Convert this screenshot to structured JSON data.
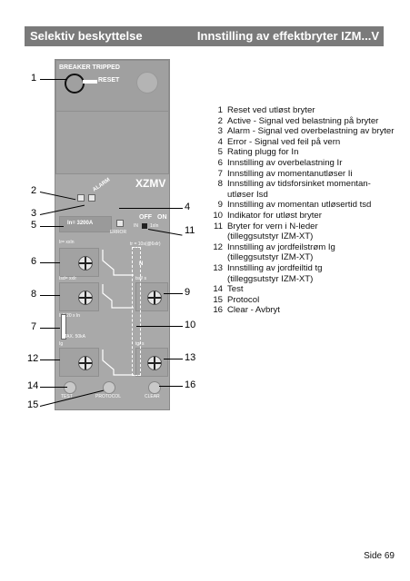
{
  "header": {
    "left": "Selektiv beskyttelse",
    "right": "Innstilling av effektbryter IZM...V"
  },
  "panel": {
    "breaker_tripped": "BREAKER TRIPPED",
    "reset": "RESET",
    "alarm": "ALARM",
    "model": "XZMV",
    "in_rating": "In= 3200A",
    "error": "ERROR",
    "off": "OFF",
    "on": "ON",
    "in_label": "IN",
    "in_value": "1xIn",
    "ir_label": "Ir= xxIn",
    "tr_label": "tr = 10s(@6xIr)",
    "n_label": "N",
    "isd_label": "Isd= xxIr",
    "tsd_label": "tsd/ s",
    "ii_label": "Ii  2   20 x In",
    "max_label": "MAX. 50kA",
    "ig_label": "Ig",
    "tg_label": "tg/ s",
    "test": "TEST",
    "protocol": "PROTOCOL",
    "clear": "CLEAR"
  },
  "callouts": [
    "1",
    "2",
    "3",
    "5",
    "6",
    "8",
    "7",
    "12",
    "14",
    "15",
    "4",
    "11",
    "9",
    "10",
    "13",
    "16"
  ],
  "legend": [
    {
      "num": "1",
      "text": "Reset ved utløst bryter"
    },
    {
      "num": "2",
      "text": "Active - Signal ved belastning på bryter"
    },
    {
      "num": "3",
      "text": "Alarm - Signal ved overbelastning av bryter"
    },
    {
      "num": "4",
      "text": "Error - Signal ved feil på vern"
    },
    {
      "num": "5",
      "text": "Rating plugg for In"
    },
    {
      "num": "6",
      "text": "Innstilling av overbelastning Ir"
    },
    {
      "num": "7",
      "text": "Innstilling av momentanutløser Ii"
    },
    {
      "num": "8",
      "text": "Innstilling av tidsforsinket momentan-"
    },
    {
      "num": "",
      "text": "utløser Isd"
    },
    {
      "num": "9",
      "text": "Innstilling av momentan utløsertid tsd"
    },
    {
      "num": "10",
      "text": "Indikator for utløst bryter"
    },
    {
      "num": "11",
      "text": "Bryter for vern i N-leder"
    },
    {
      "num": "",
      "text": "(tilleggsutstyr IZM-XT)"
    },
    {
      "num": "12",
      "text": "Innstilling av jordfeilstrøm Ig"
    },
    {
      "num": "",
      "text": "(tilleggsutstyr IZM-XT)"
    },
    {
      "num": "13",
      "text": "Innstilling av jordfeiltid tg"
    },
    {
      "num": "",
      "text": "(tilleggsutstyr IZM-XT)"
    },
    {
      "num": "14",
      "text": "Test"
    },
    {
      "num": "15",
      "text": "Protocol"
    },
    {
      "num": "16",
      "text": "Clear - Avbryt"
    }
  ],
  "footer": "Side 69"
}
